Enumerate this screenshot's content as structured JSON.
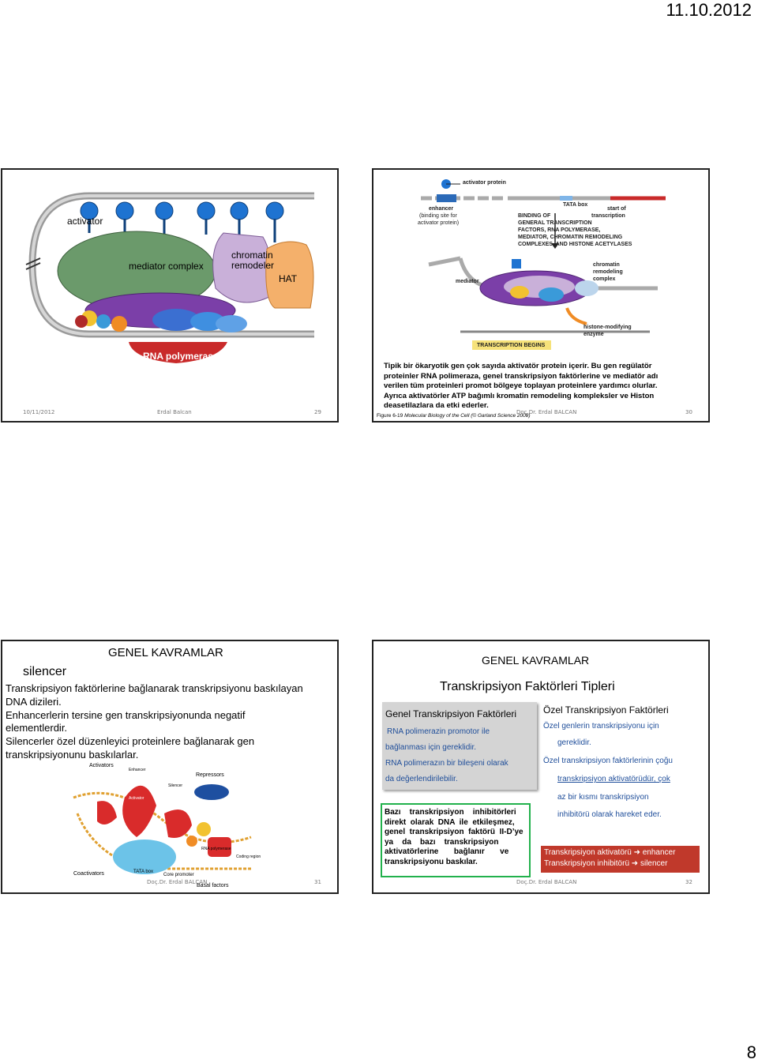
{
  "header": {
    "date": "11.10.2012",
    "page_number": "8"
  },
  "slide29": {
    "labels": {
      "activator": "activator",
      "mediator_complex": "mediator complex",
      "chromatin": "chromatin",
      "remodeler": "remodeler",
      "hat": "HAT",
      "rna_pol": "RNA polymerase II"
    },
    "footer": {
      "date": "10/11/2012",
      "author": "Erdal Balcan",
      "number": "29"
    }
  },
  "slide30": {
    "labels": {
      "activator_protein": "activator protein",
      "enhancer": "enhancer",
      "enhancer_sub1": "(binding site for",
      "enhancer_sub2": "activator protein)",
      "tata_box": "TATA box",
      "start_of": "start of",
      "transcription": "transcription",
      "binding_1": "BINDING OF",
      "binding_2": "GENERAL TRANSCRIPTION",
      "binding_3": "FACTORS, RNA POLYMERASE,",
      "binding_4": "MEDIATOR, CHROMATIN REMODELING",
      "binding_5": "COMPLEXES, AND HISTONE ACETYLASES",
      "mediator": "mediator",
      "chromatin_1": "chromatin",
      "chromatin_2": "remodeling",
      "chromatin_3": "complex",
      "histone_1": "histone-modifying",
      "histone_2": "enzyme",
      "transcription_begins": "TRANSCRIPTION BEGINS"
    },
    "text_lines": [
      "Tipik bir ökaryotik gen çok sayıda aktivatör protein içerir. Bu gen regülatör",
      "proteinler RNA polimeraza, genel transkripsiyon faktörlerine ve mediatör adı",
      "verilen tüm proteinleri promot bölgeye toplayan proteinlere yardımcı olurlar.",
      "Ayrıca aktivatörler ATP bağımlı kromatin remodeling kompleksler ve Histon",
      "deasetilazlara da etki ederler."
    ],
    "figure_prefix": "Figure 6-19",
    "figure_source": "Molecular Biology of the Cell (© Garland Science 2008)",
    "footer": {
      "author": "Doç.Dr. Erdal BALCAN",
      "number": "30"
    }
  },
  "slide31": {
    "title": "GENEL KAVRAMLAR",
    "term": "silencer",
    "body_lines": [
      "Transkripsiyon faktörlerine bağlanarak transkripsiyonu baskılayan",
      "DNA dizileri.",
      "Enhancerlerin tersine gen transkripsiyonunda negatif",
      "elementlerdir.",
      "Silencerler özel düzenleyici proteinlere bağlanarak  gen",
      "transkripsiyonunu baskılarlar."
    ],
    "figure_labels": {
      "activators": "Activators",
      "repressors": "Repressors",
      "enhancer": "Enhancer",
      "silencer": "Silencer",
      "activator": "Activator",
      "dna_pol": "RNA polymerase",
      "coding": "Coding region",
      "coactivators": "Coactivators",
      "tata": "TATA box",
      "core_promoter": "Core promoter",
      "basal": "Basal factors"
    },
    "footer": {
      "author": "Doç.Dr. Erdal BALCAN",
      "number": "31"
    }
  },
  "slide32": {
    "title": "GENEL KAVRAMLAR",
    "subtitle": "Transkripsiyon Faktörleri Tipleri",
    "genel": {
      "heading": "Genel Transkripsiyon Faktörleri",
      "lines": [
        "RNA polimerazin promotor ile",
        "bağlanması için gereklidir.",
        "RNA polimerazın bir bileşeni olarak",
        "da değerlendirilebilir."
      ]
    },
    "ozel": {
      "heading": "Özel Transkripsiyon Faktörleri",
      "line1": "Özel genlerin transkripsiyonu için",
      "line2": "gereklidir.",
      "line3": "Özel transkripsiyon faktörlerinin çoğu",
      "line4": "transkripsiyon aktivatörüdür, çok",
      "line5": "az bir kısmı transkripsiyon",
      "line6": "inhibitörü olarak hareket eder."
    },
    "green_box_lines": [
      "Bazı    transkripsiyon    inhibitörleri",
      "direkt  olarak  DNA  ile  etkileşmez,",
      "genel  transkripsiyon  faktörü  II-D’ye",
      "ya    da    bazı    transkripsiyon",
      "aktivatörlerine       bağlanır       ve",
      "transkripsiyonu baskılar."
    ],
    "red_box": {
      "line1a": "Transkripsiyon aktivatörü",
      "line1b": "enhancer",
      "line2a": "Transkripsiyon inhibitörü",
      "line2b": "silencer",
      "arrow": "➜"
    },
    "footer": {
      "author": "Doç.Dr. Erdal BALCAN",
      "number": "32"
    }
  },
  "colors": {
    "slide_border": "#222222",
    "green_border": "#22b14c",
    "red_box": "#c0392b",
    "gray_box": "#cccccc",
    "blue_link": "#1f4e9a"
  }
}
